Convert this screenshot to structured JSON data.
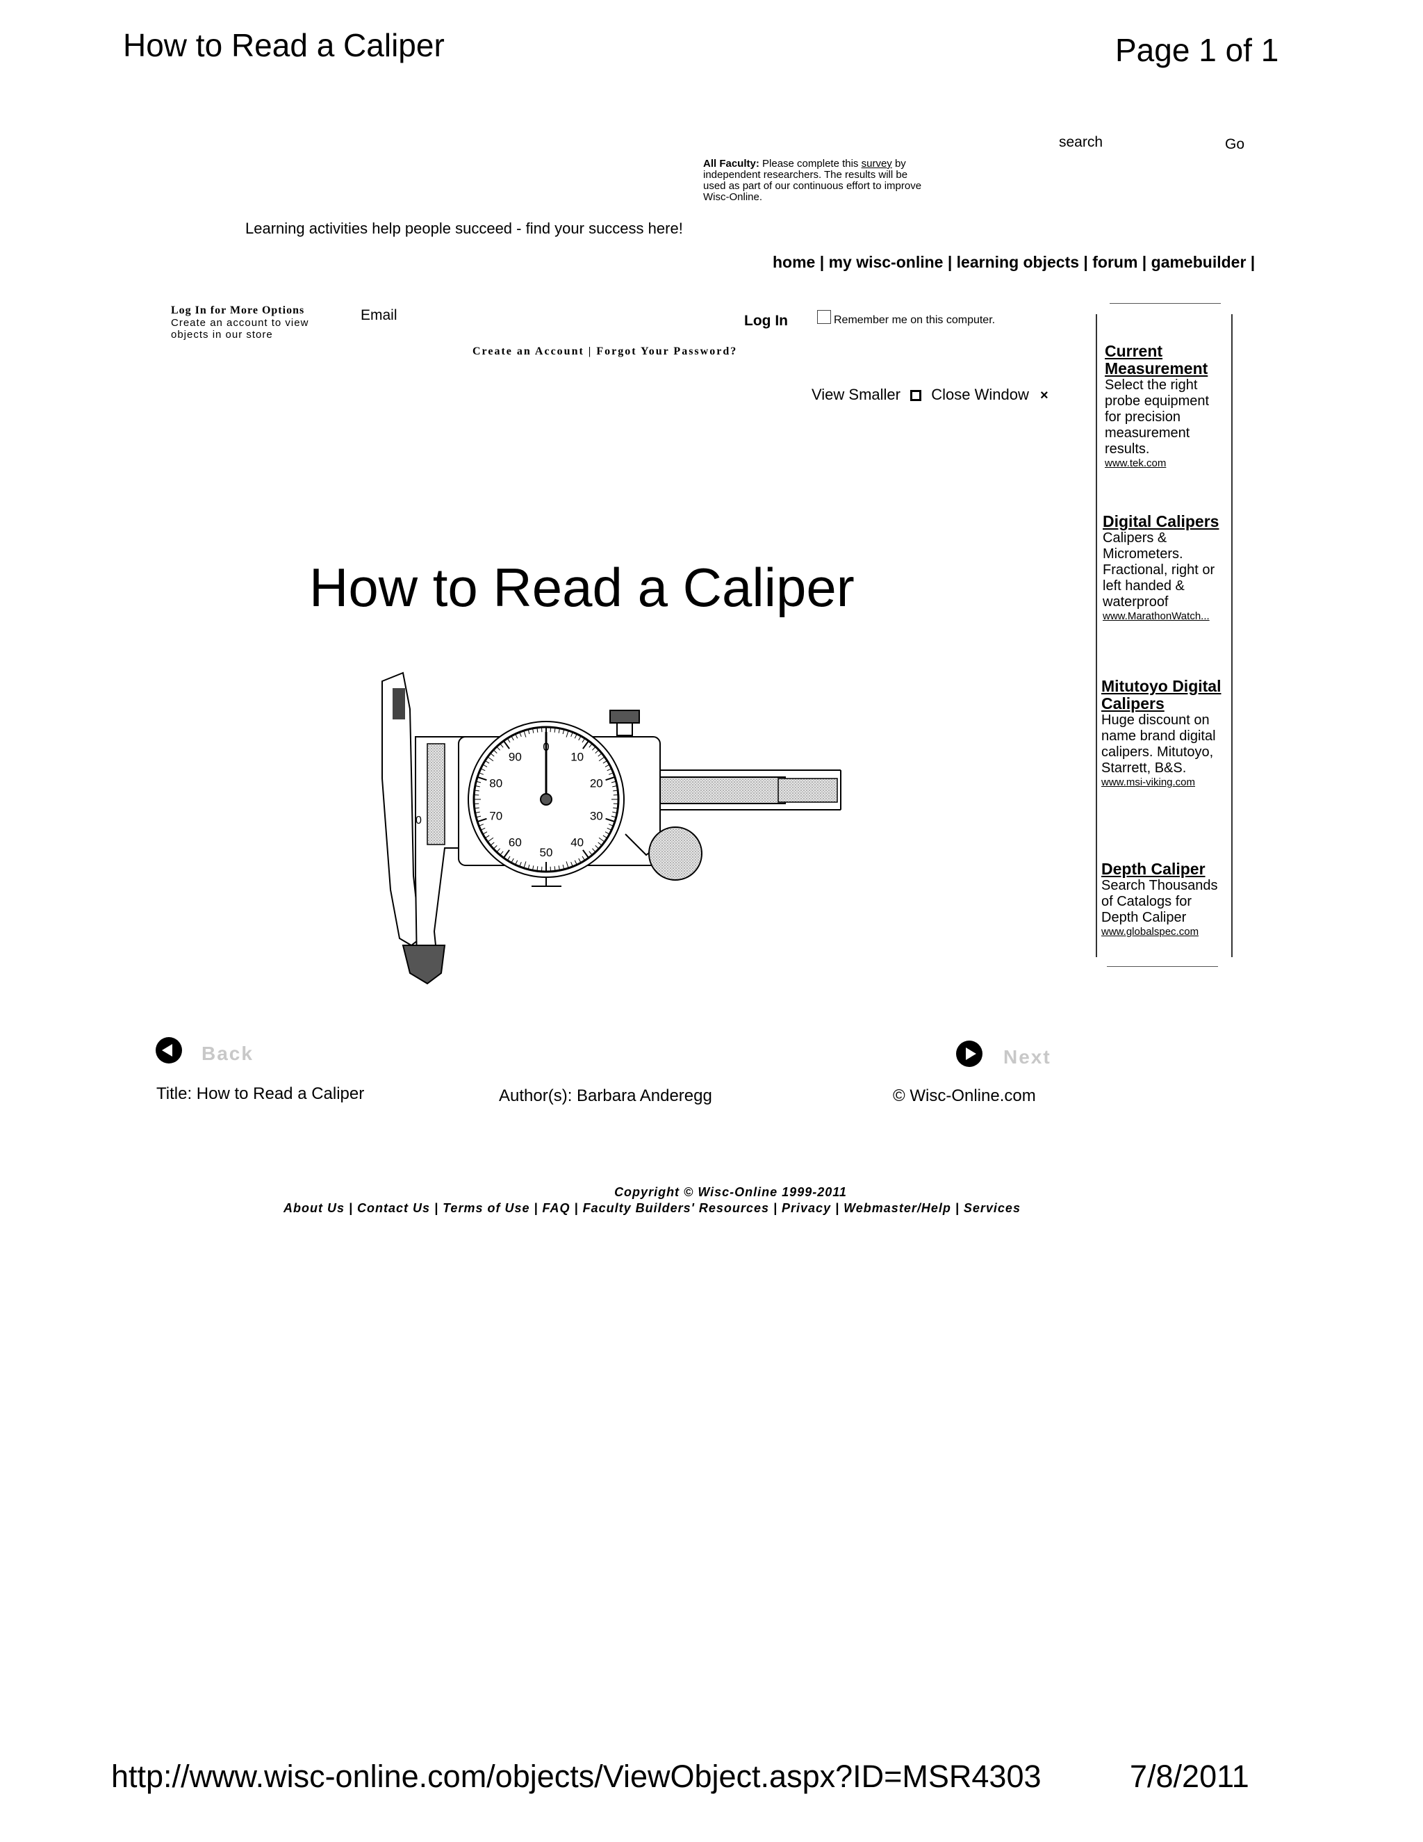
{
  "print_header": {
    "title": "How to Read a Caliper",
    "page": "Page 1 of 1"
  },
  "search": {
    "label": "search",
    "go": "Go"
  },
  "notice": {
    "bold": "All Faculty:",
    "text1": " Please complete this ",
    "link": "survey",
    "text2": " by independent researchers. The results will be used as part of our continuous effort to improve Wisc-Online."
  },
  "tagline": "Learning activities help people succeed - find your success here!",
  "nav": {
    "items": [
      "home",
      "my wisc-online",
      "learning objects",
      "forum",
      "gamebuilder"
    ]
  },
  "login": {
    "heading": "Log In for More Options",
    "sub": "Create an account to view objects in our store",
    "email_label": "Email",
    "button": "Log In",
    "remember": "Remember me on this computer.",
    "create": "Create an Account",
    "forgot": "Forgot Your Password?"
  },
  "window_controls": {
    "smaller": "View Smaller",
    "close": "Close Window"
  },
  "main_title": "How to Read a Caliper",
  "dial": {
    "labels": [
      "0",
      "10",
      "20",
      "30",
      "40",
      "50",
      "60",
      "70",
      "80",
      "90"
    ],
    "zero_mark": "0"
  },
  "ads": [
    {
      "title": "Current Measurement",
      "body": "Select the right probe equipment for precision measurement results.",
      "url": "www.tek.com"
    },
    {
      "title": "Digital Calipers",
      "body": "Calipers & Micrometers. Fractional, right or left handed & waterproof",
      "url": "www.MarathonWatch..."
    },
    {
      "title": "Mitutoyo Digital Calipers",
      "body": "Huge discount on name brand digital calipers. Mitutoyo, Starrett, B&S.",
      "url": "www.msi-viking.com"
    },
    {
      "title": "Depth Caliper",
      "body": "Search Thousands of Catalogs for Depth Caliper",
      "url": "www.globalspec.com"
    }
  ],
  "pager": {
    "back": "Back",
    "next": "Next"
  },
  "meta": {
    "title": "Title: How to Read a Caliper",
    "author": "Author(s): Barbara Anderegg",
    "copy": "© Wisc-Online.com"
  },
  "footer": {
    "copyright": "Copyright © Wisc-Online 1999-2011",
    "links": [
      "About Us",
      "Contact Us",
      "Terms of Use",
      "FAQ",
      "Faculty Builders' Resources",
      "Privacy",
      "Webmaster/Help",
      "Services"
    ]
  },
  "print_footer": {
    "url": "http://www.wisc-online.com/objects/ViewObject.aspx?ID=MSR4303",
    "date": "7/8/2011"
  }
}
